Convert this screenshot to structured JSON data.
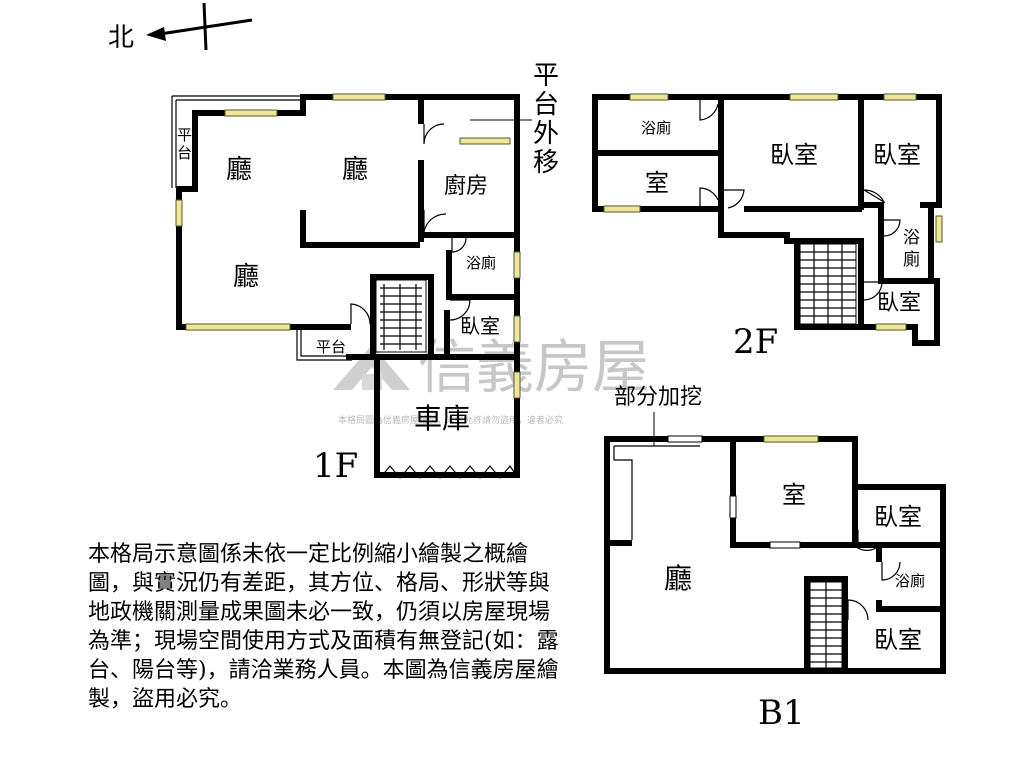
{
  "compass": {
    "north_label": "北"
  },
  "floor_1": {
    "floor_label": "1F",
    "rooms": {
      "living_nw": "廳",
      "living_ne": "廳",
      "living_main": "廳",
      "kitchen": "廚房",
      "bath": "浴廁",
      "bedroom": "臥室",
      "garage": "車庫"
    },
    "platform_west": "平台",
    "platform_south": "平台",
    "annotation": "平台外移"
  },
  "floor_2": {
    "floor_label": "2F",
    "rooms": {
      "bath_nw": "浴廁",
      "room_w": "室",
      "bedroom_center": "臥室",
      "bedroom_ne": "臥室",
      "bath_e": "浴廁",
      "bedroom_se": "臥室"
    }
  },
  "floor_b1": {
    "floor_label": "B1",
    "annotation": "部分加挖",
    "rooms": {
      "room_top": "室",
      "living": "廳",
      "bedroom_ne": "臥室",
      "bath_e": "浴廁",
      "bedroom_se": "臥室"
    }
  },
  "watermark": {
    "brand": "信義房屋",
    "notice": "本格局圖為信義房屋繪製，未經允許請勿盜用，違者必究"
  },
  "disclaimer": "本格局示意圖係未依一定比例縮小繪製之概繪圖，與實況仍有差距，其方位、格局、形狀等與地政機關測量成果圖未必一致，仍須以房屋現場為準；現場空間使用方式及面積有無登記(如：露台、陽台等)，請洽業務人員。本圖為信義房屋繪製，盜用必究。"
}
